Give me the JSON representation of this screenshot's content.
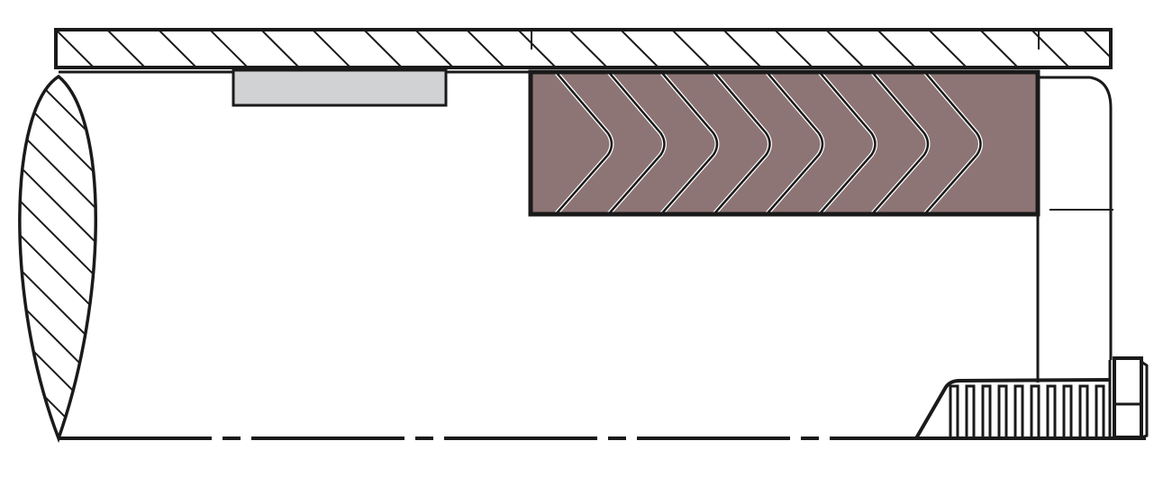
{
  "colors": {
    "packing": "#8e7575",
    "gland_insert": "#d1d2d4",
    "stroke": "#1a1a1a",
    "background": "#ffffff"
  },
  "components": {
    "housing_plate": "hatched-section",
    "insert": "gray-block",
    "packing_rings": 8,
    "shaft_profile": "hatched-lobe",
    "nut": "knurled-nut",
    "centerline": "dash-dot"
  }
}
